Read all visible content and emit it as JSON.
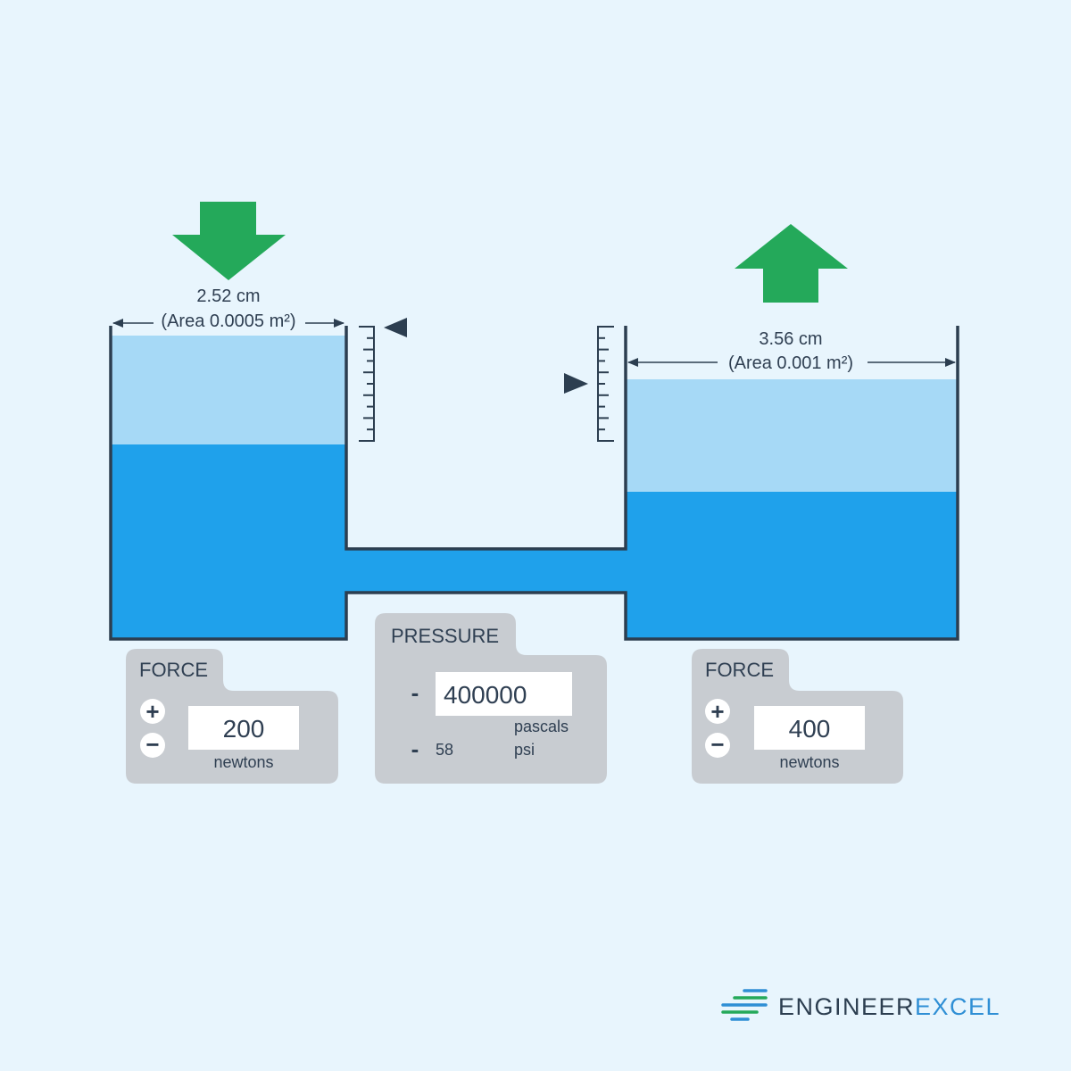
{
  "left_piston": {
    "diameter_label": "2.52 cm",
    "area_label": "(Area 0.0005 m²)"
  },
  "right_piston": {
    "diameter_label": "3.56 cm",
    "area_label": "(Area 0.001 m²)"
  },
  "left_force_panel": {
    "title": "FORCE",
    "value": "200",
    "unit": "newtons",
    "plus_symbol": "+",
    "minus_symbol": "−"
  },
  "pressure_panel": {
    "title": "PRESSURE",
    "pascals_value": "400000",
    "pascals_unit": "pascals",
    "psi_value": "58",
    "psi_unit": "psi",
    "bullet": "-"
  },
  "right_force_panel": {
    "title": "FORCE",
    "value": "400",
    "unit": "newtons",
    "plus_symbol": "+",
    "minus_symbol": "−"
  },
  "logo": {
    "brand_part1": "ENGINEER",
    "brand_part2": "EXCEL"
  },
  "colors": {
    "background": "#e8f5fd",
    "fluid_dark": "#1fa1eb",
    "fluid_light": "#a6d9f6",
    "arrow_green": "#24a95a",
    "panel_gray": "#c8ccd1",
    "outline": "#2c3e50"
  }
}
